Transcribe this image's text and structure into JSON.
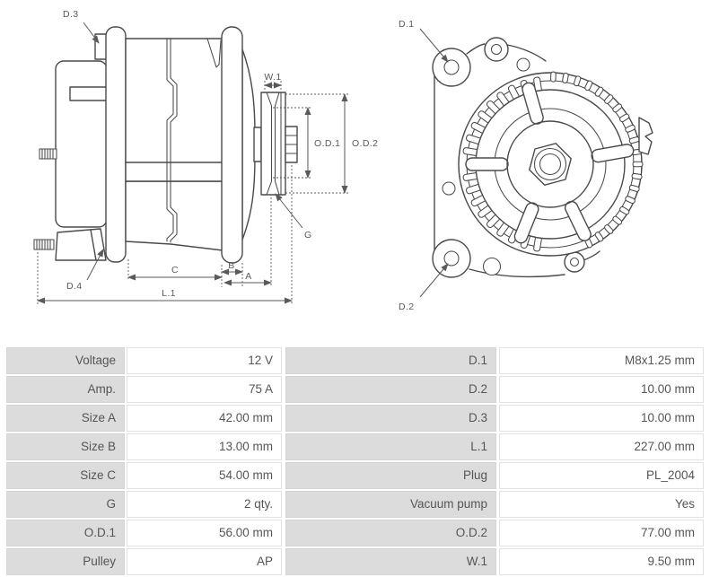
{
  "page": {
    "background": "#ffffff"
  },
  "diagram": {
    "line_color": "#4a4a4a",
    "label_color": "#5a5a5a",
    "left_view": {
      "labels": {
        "d3": "D.3",
        "w1": "W.1",
        "od1": "O.D.1",
        "od2": "O.D.2",
        "g": "G",
        "d4": "D.4",
        "c": "C",
        "b": "B",
        "a": "A",
        "l1": "L.1"
      }
    },
    "right_view": {
      "labels": {
        "d1": "D.1",
        "d2": "D.2"
      }
    }
  },
  "spec_table": {
    "label_cell_bg": "#dcdcdc",
    "value_cell_bg": "#ffffff",
    "text_color": "#555555",
    "rows": [
      {
        "cells": [
          "Voltage",
          "12 V",
          "D.1",
          "M8x1.25 mm"
        ]
      },
      {
        "cells": [
          "Amp.",
          "75 A",
          "D.2",
          "10.00 mm"
        ]
      },
      {
        "cells": [
          "Size A",
          "42.00 mm",
          "D.3",
          "10.00 mm"
        ]
      },
      {
        "cells": [
          "Size B",
          "13.00 mm",
          "L.1",
          "227.00 mm"
        ]
      },
      {
        "cells": [
          "Size C",
          "54.00 mm",
          "Plug",
          "PL_2004"
        ]
      },
      {
        "cells": [
          "G",
          "2 qty.",
          "Vacuum pump",
          "Yes"
        ]
      },
      {
        "cells": [
          "O.D.1",
          "56.00 mm",
          "O.D.2",
          "77.00 mm"
        ]
      },
      {
        "cells": [
          "Pulley",
          "AP",
          "W.1",
          "9.50 mm"
        ]
      }
    ]
  }
}
